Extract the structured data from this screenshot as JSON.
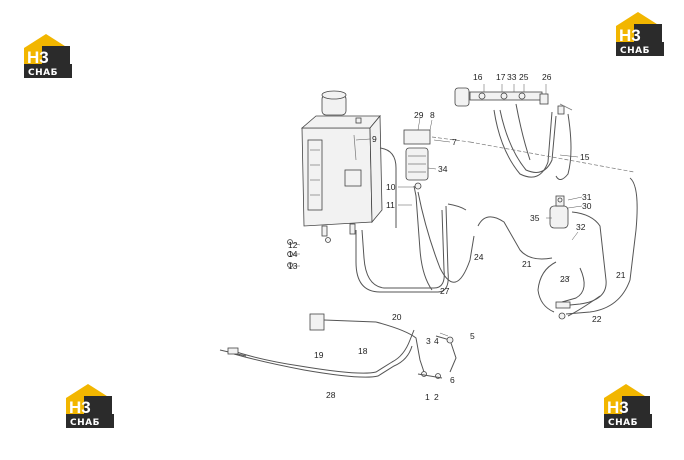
{
  "logo": {
    "mark": "H3",
    "text": "CHAБ",
    "colors": {
      "yellow": "#f2b600",
      "dark": "#2b2b2b"
    }
  },
  "labels": {
    "l1": "1",
    "l2": "2",
    "l3": "3",
    "l4": "4",
    "l5": "5",
    "l6": "6",
    "l7": "7",
    "l8": "8",
    "l9": "9",
    "l10": "10",
    "l11": "11",
    "l12": "12",
    "l13": "13",
    "l14": "14",
    "l15": "15",
    "l16": "16",
    "l17": "17",
    "l18": "18",
    "l19": "19",
    "l20": "20",
    "l21a": "21",
    "l21b": "21",
    "l22": "22",
    "l23": "23",
    "l24": "24",
    "l25": "25",
    "l26": "26",
    "l27": "27",
    "l28": "28",
    "l29": "29",
    "l30": "30",
    "l31": "31",
    "l32": "32",
    "l33": "33",
    "l34": "34",
    "l35": "35"
  }
}
